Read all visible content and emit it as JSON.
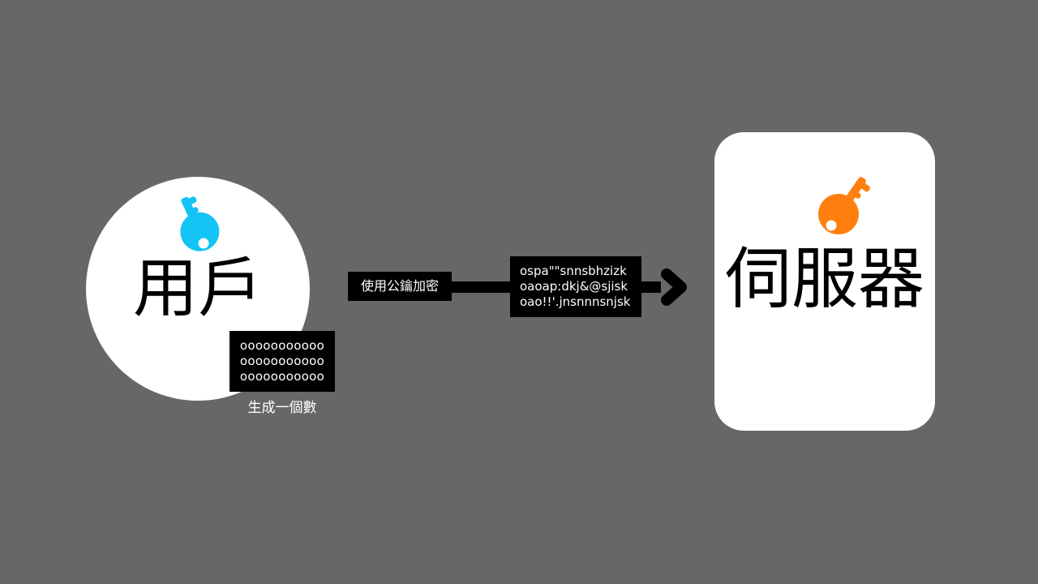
{
  "client": {
    "label": "用戶",
    "key_icon": "key-icon",
    "key_color": "#13C4F5"
  },
  "random_number": {
    "lines": [
      "ooooooooooo",
      "ooooooooooo",
      "ooooooooooo"
    ],
    "caption": "生成一個數"
  },
  "transfer": {
    "encrypt_label": "使用公鑰加密",
    "ciphertext_lines": [
      "ospa\"\"snnsbhzizk",
      "oaoap:dkj&@sjisk",
      "oao!!'.jnsnnnsnjsk"
    ]
  },
  "server": {
    "label": "伺服器",
    "key_icon": "key-icon",
    "key_color": "#FF7F0E"
  },
  "colors": {
    "background": "#676767",
    "box": "#000000",
    "panel": "#FFFFFF"
  }
}
